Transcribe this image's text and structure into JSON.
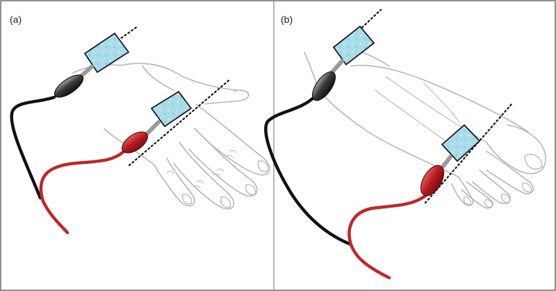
{
  "panels": [
    {
      "label": "(a)",
      "subject": "hand"
    },
    {
      "label": "(b)",
      "subject": "foot"
    }
  ],
  "colors": {
    "border": "#6b6b6b",
    "outline": "#b5b5b5",
    "cable_black": "#111111",
    "cable_red": "#c0262c",
    "electrode_fill": "#a9dbe9",
    "electrode_stroke": "#1a1a1a",
    "connector_black": "#3a3a3a",
    "connector_red": "#b3191f",
    "pin": "#9a9a9a",
    "guide_line": "#111111"
  }
}
